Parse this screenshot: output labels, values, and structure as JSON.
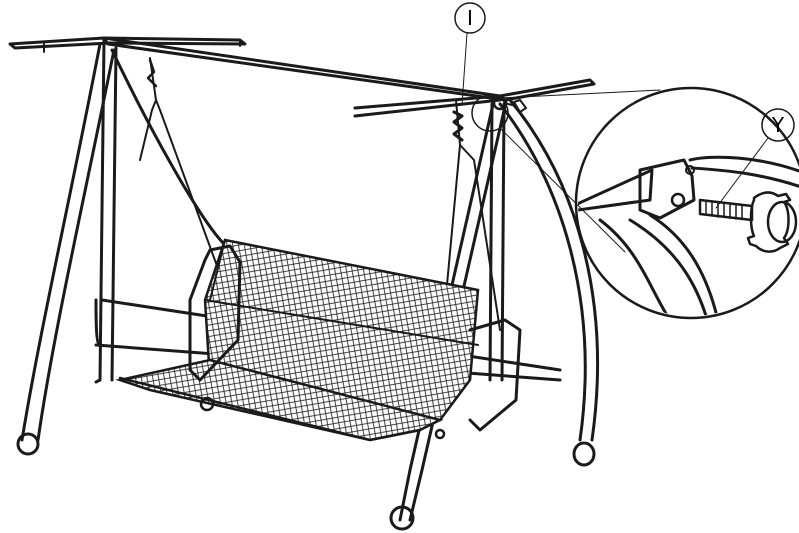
{
  "diagram": {
    "callouts": [
      {
        "id": "I",
        "text": "I"
      },
      {
        "id": "Y",
        "text": "Y"
      }
    ]
  }
}
